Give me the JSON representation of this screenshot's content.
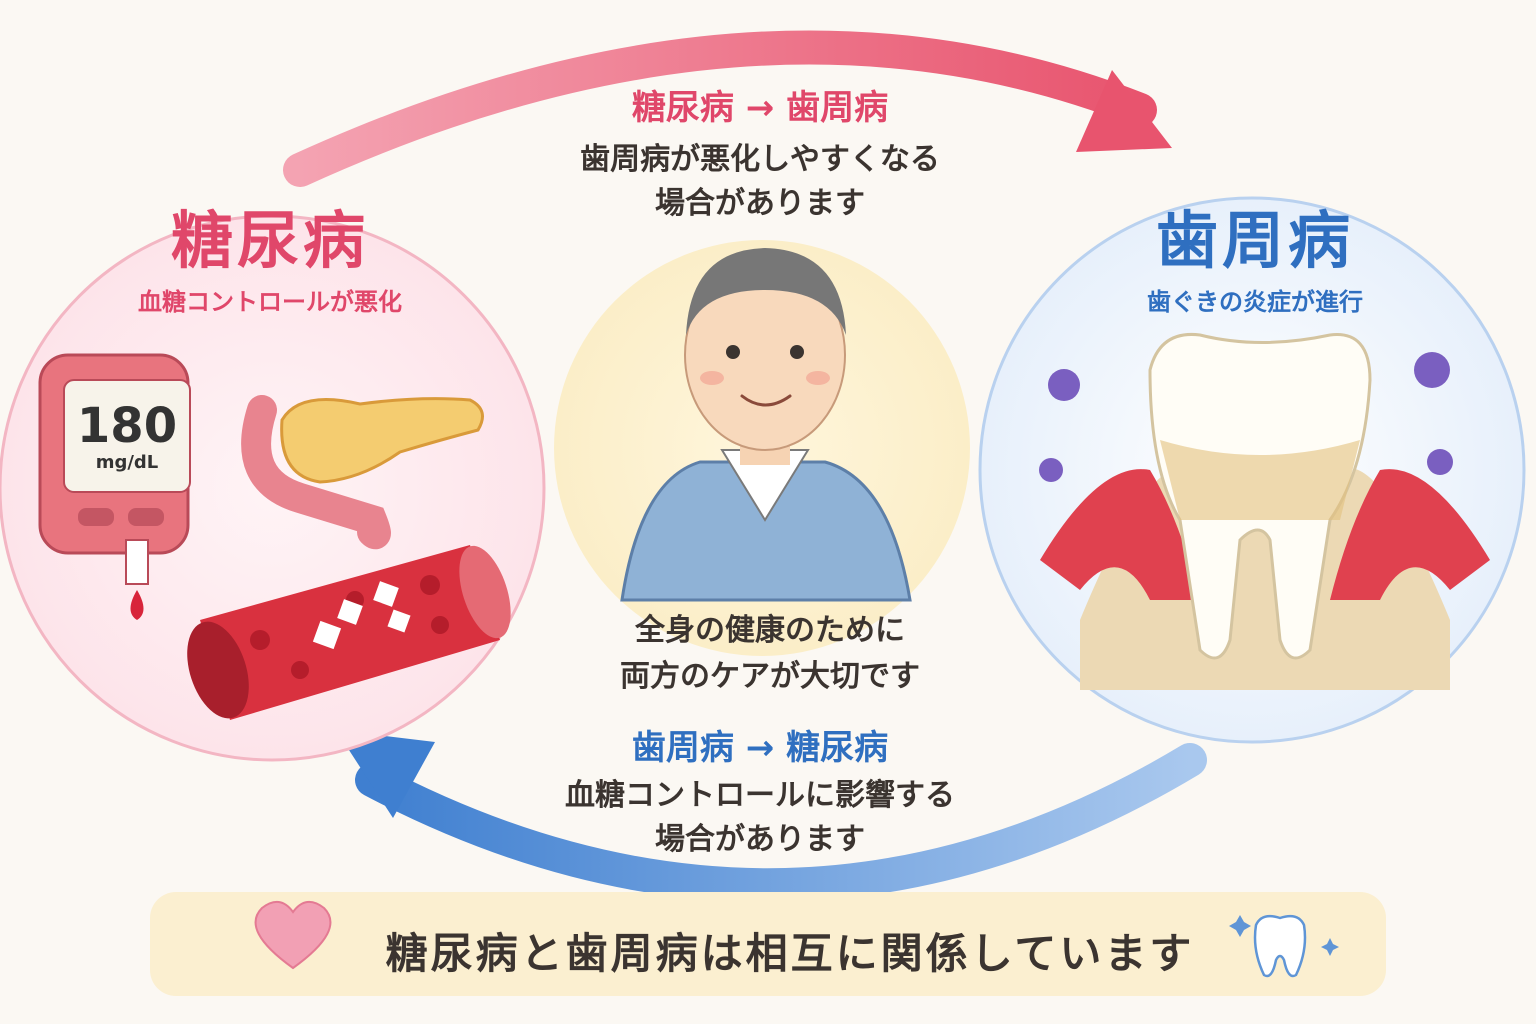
{
  "diabetes": {
    "title": "糖尿病",
    "subtitle": "血糖コントロールが悪化",
    "meter_value": "180",
    "meter_unit": "mg/dL"
  },
  "periodontal": {
    "title": "歯周病",
    "subtitle": "歯ぐきの炎症が進行"
  },
  "top_arrow": {
    "heading": "糖尿病 → 歯周病",
    "desc_line1": "歯周病が悪化しやすくなる",
    "desc_line2": "場合があります"
  },
  "center": {
    "line1": "全身の健康のために",
    "line2": "両方のケアが大切です"
  },
  "bottom_arrow": {
    "heading": "歯周病 → 糖尿病",
    "desc_line1": "血糖コントロールに影響する",
    "desc_line2": "場合があります"
  },
  "banner": {
    "text": "糖尿病と歯周病は相互に関係しています"
  },
  "colors": {
    "diabetes_accent": "#e0476a",
    "periodontal_accent": "#2f6fc0",
    "banner_bg": "#fbefd0"
  },
  "icons": [
    "glucose-meter-icon",
    "pancreas-icon",
    "blood-vessel-icon",
    "person-icon",
    "tooth-with-gum-icon",
    "bacteria-icon",
    "heart-icon",
    "sparkle-tooth-icon"
  ]
}
